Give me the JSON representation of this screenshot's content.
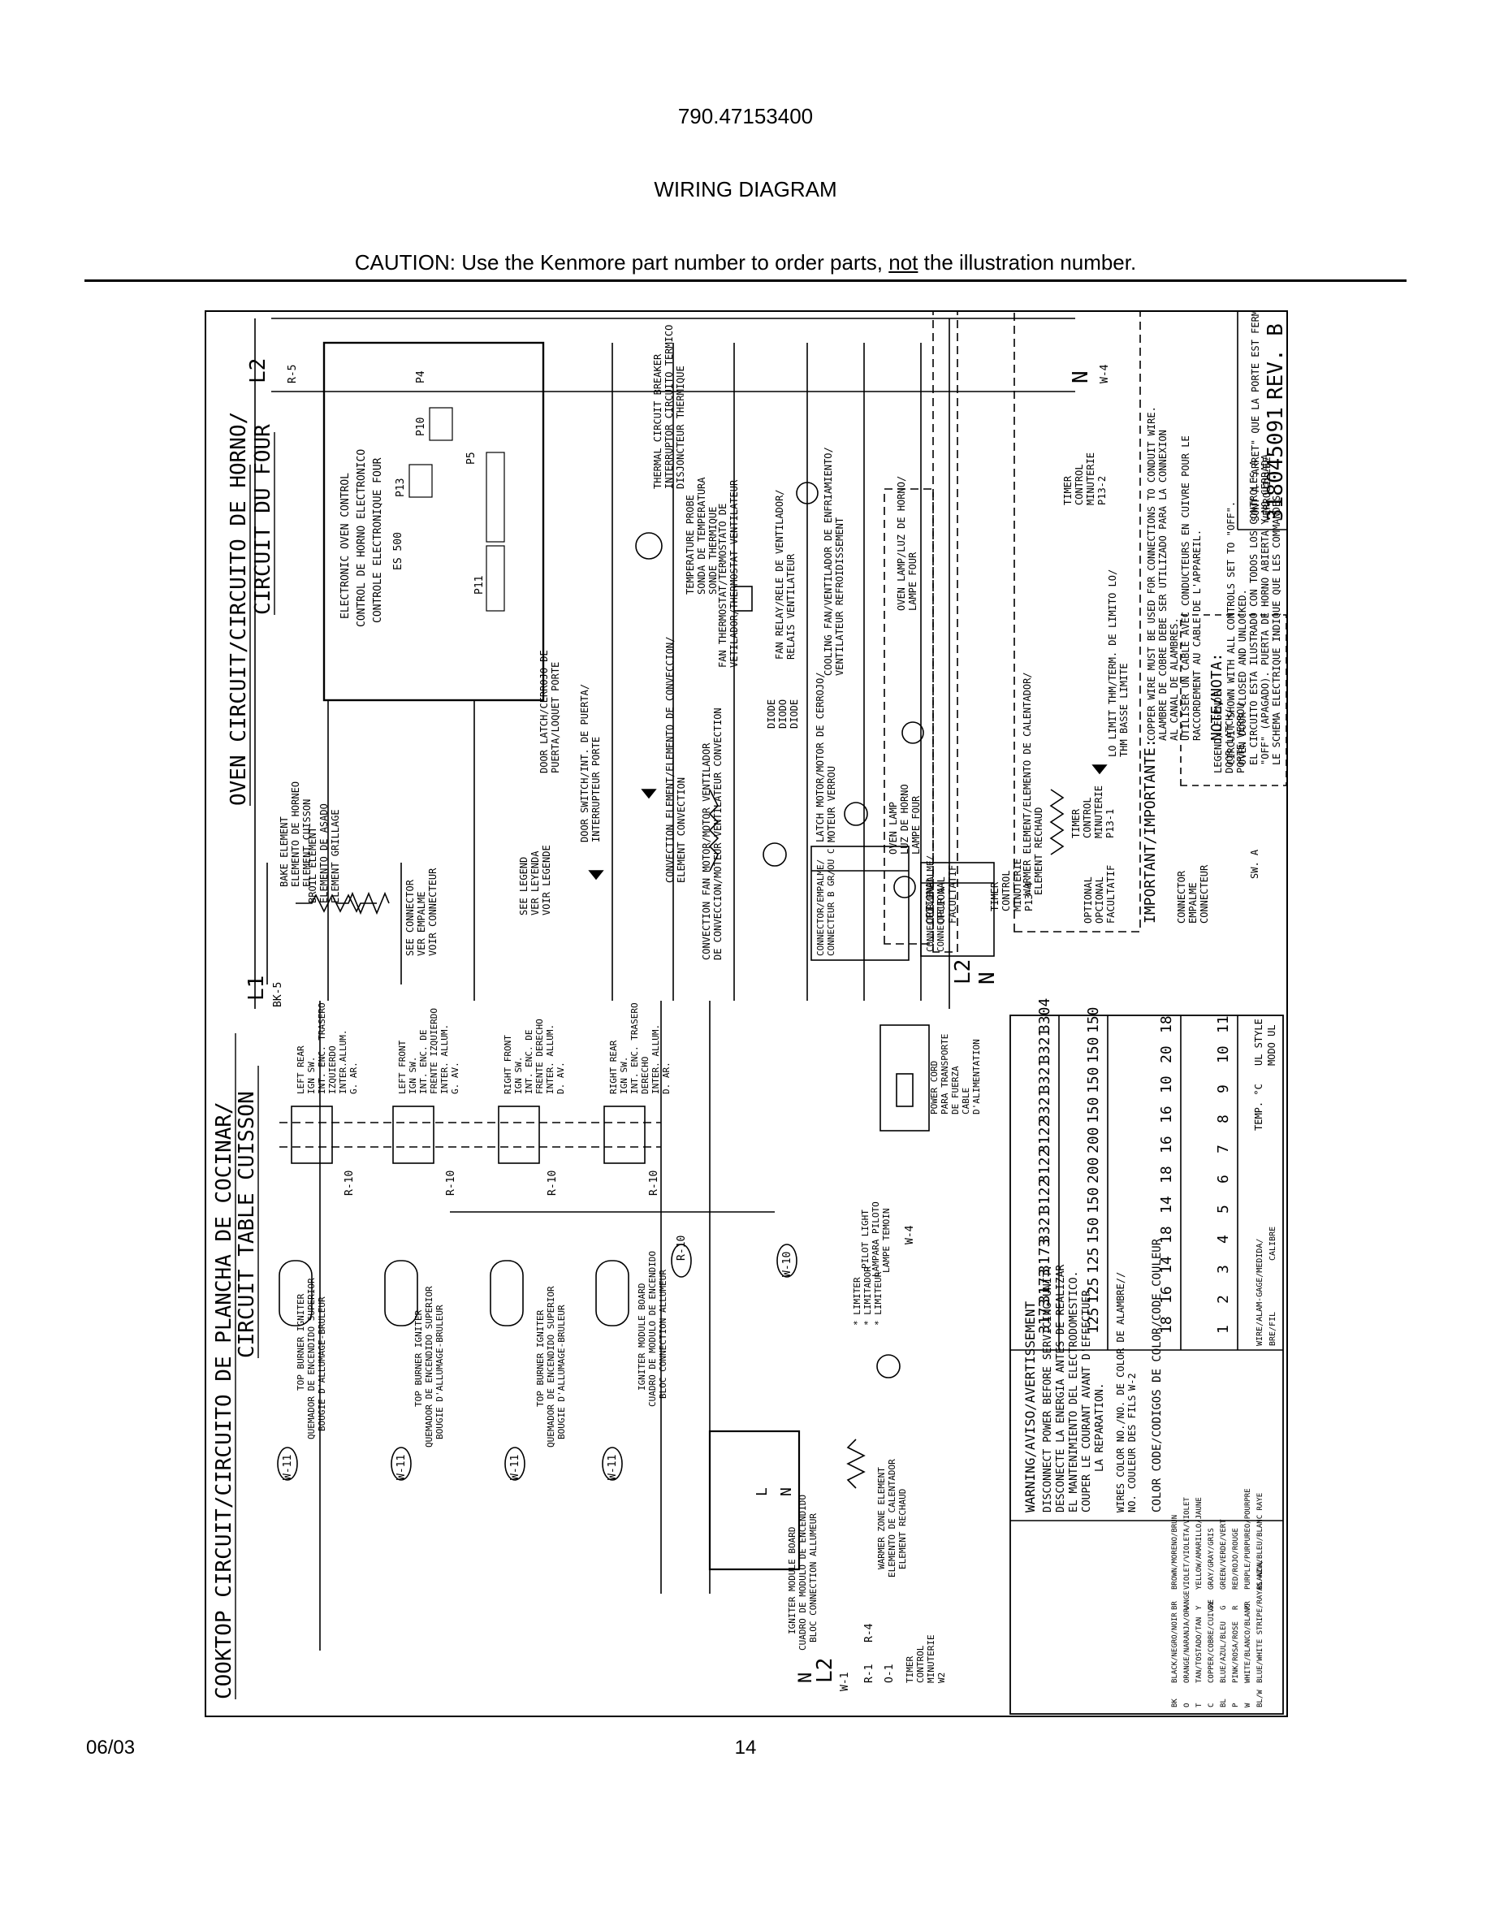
{
  "header": {
    "model_number": "790.47153400",
    "title": "WIRING DIAGRAM",
    "caution_prefix": "CAUTION: Use the Kenmore part number to order parts, ",
    "caution_emphasis": "not",
    "caution_suffix": " the illustration number."
  },
  "footer": {
    "date": "06/03",
    "page": "14"
  },
  "oven": {
    "title_line1": "OVEN CIRCUIT/CIRCUITO DE HORNO/",
    "title_line2": "CIRCUIT DU FOUR",
    "l1": "L1",
    "l2": "L2",
    "n": "N",
    "bk5": "BK-5",
    "r5": "R-5",
    "w4": "W-4",
    "control_l1": "ELECTRONIC OVEN CONTROL",
    "control_l2": "CONTROL DE HORNO ELECTRONICO",
    "control_l3": "CONTROLE ELECTRONIQUE FOUR",
    "control_l4": "ES 500",
    "p11": "P11",
    "p13": "P13",
    "p10": "P10",
    "p4": "P4",
    "p5": "P5",
    "bake_element": [
      "BAKE ELEMENT",
      "ELEMENTO DE HORNEO",
      "ELEMENT CUISSON"
    ],
    "broil_element": [
      "BROIL ELEMENT",
      "ELEMENTO DE ASADO",
      "ELEMENT GRILLAGE"
    ],
    "see_connector": [
      "SEE CONNECTOR",
      "VER EMPALME",
      "VOIR CONNECTEUR"
    ],
    "see_legend": [
      "SEE LEGEND",
      "VER LEYENDA",
      "VOIR LEGENDE"
    ],
    "door_latch": [
      "DOOR LATCH/CERROJO DE",
      "PUERTA/LOQUET PORTE"
    ],
    "door_switch": [
      "DOOR SWITCH/INT. DE PUERTA/",
      "INTERRUPTEUR PORTE"
    ],
    "convection_element": [
      "CONVECTION ELEMENT/ELEMENTO DE CONVECCION/",
      "ELEMENT CONVECTION"
    ],
    "convection_fan": [
      "CONVECTION FAN MOTOR/MOTOR VENTILADOR",
      "DE CONVECCION/MOTEUR VENTILATEUR CONVECTION"
    ],
    "thermal_breaker": [
      "THERMAL CIRCUIT BREAKER",
      "INTERRUPTOR CIRCUITO TERMICO",
      "DISJONCTEUR THERMIQUE"
    ],
    "temp_probe": [
      "TEMPERATURE PROBE",
      "SONDA DE TEMPERATURA",
      "SONDE THERMIQUE"
    ],
    "fan_thermostat": [
      "FAN THERMOSTAT/TERMOSTATO DE",
      "VETILADOR/THERMOSTAT VENTILATEUR"
    ],
    "fan_relay": [
      "FAN RELAY/RELE DE VENTILADOR/",
      "RELAIS VENTILATEUR"
    ],
    "cooling_fan": [
      "COOLING FAN/VENTILADOR DE ENFRIAMIENTO/",
      "VENTILATEUR REFROIDISSEMENT"
    ],
    "diode": [
      "DIODE",
      "DIODO",
      "DIODE"
    ],
    "latch_motor": [
      "LATCH MOTOR/MOTOR DE CERROJO/",
      "MOTEUR VERROU"
    ],
    "oven_lamp": [
      "OVEN LAMP",
      "LUZ DE HORNO",
      "LAMPE FOUR"
    ],
    "oven_lamp_optional": [
      "OVEN LAMP/LUZ DE HORNO/",
      "LAMPE FOUR"
    ],
    "optional": [
      "OPTIONAL",
      "OPCIONAL",
      "FACULTATIF"
    ],
    "warmer_element": [
      "WARMER ELEMENT/ELEMENTO DE CALENTADOR/",
      "ELEMENT RECHAUD"
    ],
    "timer_p134": [
      "TIMER",
      "CONTROL",
      "MINUTERIE",
      "P13-4"
    ],
    "timer_p131": [
      "TIMER",
      "CONTROL",
      "MINUTERIE",
      "P13-1"
    ],
    "timer_p132": [
      "TIMER",
      "CONTROL",
      "MINUTERIE",
      "P13-2"
    ],
    "lo_limit": [
      "LO LIMIT THM/TERM. DE LIMITO LO/",
      "THM BASSE LIMITE"
    ],
    "important_label": "IMPORTANT/IMPORTANTE:",
    "note_label": "NOTE/NOTA:",
    "important_text": [
      "COPPER WIRE MUST BE USED FOR CONNECTIONS TO CONDUIT WIRE.",
      "ALAMBRE DE COBRE DEBE SER UTILIZADO PARA LA CONNEXION",
      "AL CANAL DE ALAMBRES.",
      "UTILISER UN CABLE AVEC CONDUCTEURS EN CUIVRE POUR LE",
      "RACCORDEMENT AU CABLE DE L'APPAREIL."
    ],
    "note_text": [
      "CIRCUIT SHOWN WITH ALL CONTROLS SET TO \"OFF\".",
      "OVEN DOOR CLOSED AND UNLOCKED.",
      "EL CIRCUITO ESTA ILUSTRADO CON TODOS LOS CONTROLES A",
      "\"OFF\" (APAGADO). PUERTA DE HORNO ABIERTA Y NO CERRADA.",
      "LE SCHEMA ELECTRIQUE INDIQUE QUE LES COMMANDES",
      "SONT A \"ARRET\" QUE LA PORTE EST FERMEE ET NON",
      "VERROUILLEE."
    ],
    "connector": [
      "CONNECTOR",
      "EMPALME",
      "CONNECTEUR"
    ],
    "legend_door_latch": [
      "LEGEND/LEGENDE",
      "DOOR LATCH/",
      "PORTE VERROU"
    ],
    "sw_a": "SW. A",
    "connector_b": [
      "CONNECTOR/EMPALME/",
      "CONNECTEUR B GR/OU C"
    ],
    "connector_a": [
      "CONNECTOR/EMPALME/",
      "CONNECTEUR A"
    ],
    "doc_number": "318045091",
    "rev": "REV. B"
  },
  "cooktop": {
    "title_line1": "COOKTOP CIRCUIT/CIRCUITO DE PLANCHA DE COCINAR/",
    "title_line2": "CIRCUIT TABLE CUISSON",
    "switches": [
      [
        "LEFT REAR",
        "IGN SW.",
        "INT. ENC. TRASERO",
        "IZQUIERDO",
        "INTER.ALLUM.",
        "G. AR."
      ],
      [
        "LEFT FRONT",
        "IGN SW.",
        "INT. ENC. DE",
        "FRENTE IZQUIERDO",
        "INTER. ALLUM.",
        "G. AV."
      ],
      [
        "RIGHT FRONT",
        "IGN SW.",
        "INT. ENC. DE",
        "FRENTE DERECHO",
        "INTER. ALLUM.",
        "D. AV."
      ],
      [
        "RIGHT REAR",
        "IGN SW.",
        "INT. ENC. TRASERO",
        "DERECHO",
        "INTER. ALLUM.",
        "D. AR."
      ]
    ],
    "power_cord": [
      "POWER CORD",
      "PARA TRANSPORTE",
      "DE FUERZA",
      "CABLE",
      "D'ALIMENTATION"
    ],
    "igniter": [
      "TOP BURNER IGNITER",
      "QUEMADOR DE ENCENDIDO SUPERIOR",
      "BOUGIE D'ALLUMAGE-BRULEUR"
    ],
    "module": [
      "IGNITER MODULE BOARD",
      "CUADRO DE MODULO DE ENCENDIDO",
      "BLOC CONNECTION ALLUMEUR"
    ],
    "limiter": [
      "* LIMITER",
      "* LIMITADOR",
      "* LIMITEUR"
    ],
    "pilot": [
      "PILOT LIGHT",
      "LAMPARA PILOTO",
      "LAMPE TEMOIN"
    ],
    "warmer_zone": [
      "WARMER ZONE ELEMENT",
      "ELEMENTO DE CALENTADOR",
      "ELEMENT RECHAUD"
    ],
    "timer": [
      "TIMER",
      "CONTROL",
      "MINUTERIE",
      "W2"
    ],
    "r10": "R-10",
    "w11": "W-11",
    "w10": "W-10",
    "w4": "W-4",
    "w1": "W-1",
    "r1": "R-1",
    "r4": "R-4",
    "o1": "O-1",
    "l2": "L2",
    "n": "N",
    "l": "L"
  },
  "warning": {
    "title": "WARNING/AVISO/AVERTISSEMENT",
    "lines": [
      "DISCONNECT POWER BEFORE SERVICING UNIT.",
      "DESCONECTE LA ENERGIA ANTES DE REALIZAR",
      "EL MANTENIMIENTO DEL ELECTRODOMESTICO.",
      "COUPER LE COURANT AVANT D'EFFECTUER",
      "LA REPARATION."
    ],
    "wires_color": [
      "WIRES COLOR NO./NO. DE COLOR DE ALAMBRE//",
      "NO. COULEUR DES FILS"
    ],
    "w2": "W-2",
    "color_codes_title": "COLOR CODE/CODIGOS DE COLOR/CODE COULEUR",
    "colors": [
      [
        "BK",
        "BLACK/NEGRO/NOIR",
        "BR",
        "BROWN/MORENO/BRUN"
      ],
      [
        "O",
        "ORANGE/NARANJA/ORANGE",
        "V",
        "VIOLET/VIOLETA/VIOLET"
      ],
      [
        "T",
        "TAN/TOSTADO/TAN",
        "Y",
        "YELLOW/AMARILLO/JAUNE"
      ],
      [
        "C",
        "COPPER/COBRE/CUIVRE",
        "GY",
        "GRAY/GRAY/GRIS"
      ],
      [
        "BL",
        "BLUE/AZUL/BLEU",
        "G",
        "GREEN/VERDE/VERT"
      ],
      [
        "P",
        "PINK/ROSA/ROSE",
        "R",
        "RED/ROJO/ROUGE"
      ],
      [
        "W",
        "WHITE/BLANCO/BLANC",
        "PR",
        "PURPLE/PURPUREO/POURPRE"
      ],
      [
        "BL/W",
        "BLUE/WHITE STRIPE/RAYAS AZUL",
        "",
        "BLANCA/BLEU/BLANC RAYE"
      ]
    ]
  },
  "wire_table": {
    "header": [
      "WIRE/ALAM-GAGE/MEDIDA/",
      "CALIBRE",
      "TEMP. °C",
      "UL STYLE",
      "MODO UL"
    ],
    "sub": "BRE/FIL",
    "rows": [
      [
        "11",
        "18",
        "150",
        "3304"
      ],
      [
        "10",
        "20",
        "150",
        "3321"
      ],
      [
        "9",
        "10",
        "150",
        "3321"
      ],
      [
        "8",
        "16",
        "150",
        "3321"
      ],
      [
        "7",
        "16",
        "200",
        "3122"
      ],
      [
        "6",
        "18",
        "200",
        "3122"
      ],
      [
        "5",
        "14",
        "150",
        "3122"
      ],
      [
        "4",
        "18",
        "150",
        "3321"
      ],
      [
        "3",
        "14",
        "125",
        "3173"
      ],
      [
        "2",
        "16",
        "125",
        "3173"
      ],
      [
        "1",
        "18",
        "125",
        "3173"
      ]
    ]
  }
}
